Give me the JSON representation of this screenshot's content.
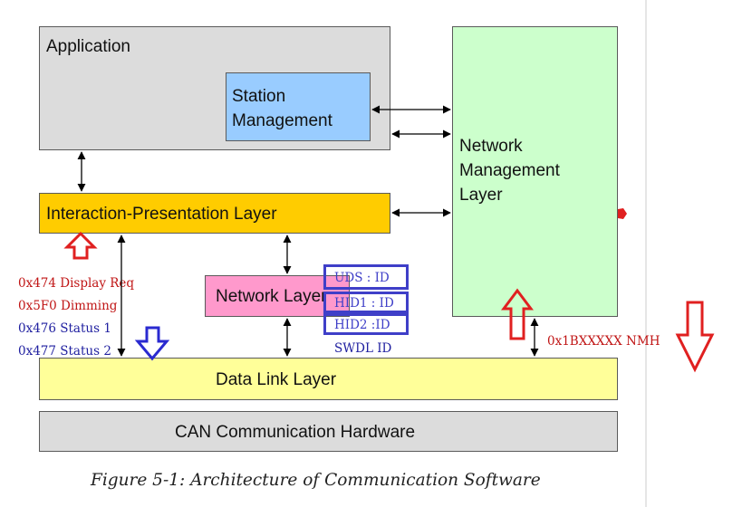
{
  "diagram": {
    "application": "Application",
    "station_management": "Station\nManagement",
    "interaction_presentation": "Interaction-Presentation Layer",
    "network_layer": "Network Layer",
    "network_management": "Network\nManagement\nLayer",
    "data_link": "Data Link Layer",
    "can_hardware": "CAN Communication Hardware",
    "caption": "Figure 5-1: Architecture of Communication Software"
  },
  "annotations": {
    "messages": [
      {
        "text": "0x474 Display Req",
        "color": "#c01515"
      },
      {
        "text": "0x5F0 Dimming",
        "color": "#c01515"
      },
      {
        "text": "0x476 Status 1",
        "color": "#2020a0"
      },
      {
        "text": "0x477 Status 2",
        "color": "#2020a0"
      }
    ],
    "diag_ids": [
      "UDS : ID",
      "HID1 : ID",
      "HID2 :ID"
    ],
    "swdl": "SWDL ID",
    "nmh": "0x1BXXXXX NMH"
  },
  "colors": {
    "application_fill": "#dcdcdc",
    "station_fill": "#99ccff",
    "interaction_fill": "#ffcc00",
    "network_layer_fill": "#ff99cc",
    "network_management_fill": "#ccffcc",
    "data_link_fill": "#ffff99",
    "can_fill": "#dcdcdc",
    "red_arrow": "#e02020",
    "blue_arrow": "#2a2ad0"
  }
}
